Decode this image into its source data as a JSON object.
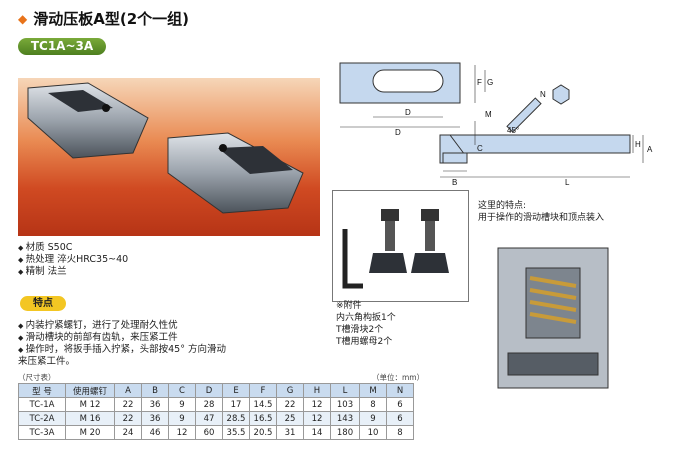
{
  "title": "滑动压板A型(2个一组)",
  "model": "TC1A~3A",
  "specs": [
    "材质 S50C",
    "热处理 淬火HRC35~40",
    "精制 法兰"
  ],
  "feature_label": "特点",
  "features": [
    "内装拧紧螺钉，进行了处理耐久性优",
    "滑动槽块的前部有齿轨，来压紧工件",
    "操作时，将扳手插入拧紧，头部按45° 方向滑动",
    "来压紧工件。"
  ],
  "accessory": {
    "title": "※附件",
    "items": [
      "内六角构扳1个",
      "T槽滑块2个",
      "T槽用螺母2个"
    ]
  },
  "point": {
    "title": "这里的特点:",
    "desc": "用于操作的滑动槽块和顶点装入"
  },
  "table": {
    "unit_label": "（尺寸表）",
    "unit_note": "（单位：mm）",
    "headers": [
      "型 号",
      "使用螺钉",
      "A",
      "B",
      "C",
      "D",
      "E",
      "F",
      "G",
      "H",
      "L",
      "M",
      "N"
    ],
    "rows": [
      [
        "TC-1A",
        "M 12",
        "22",
        "36",
        "9",
        "28",
        "17",
        "14.5",
        "22",
        "12",
        "103",
        "8",
        "6"
      ],
      [
        "TC-2A",
        "M 16",
        "22",
        "36",
        "9",
        "47",
        "28.5",
        "16.5",
        "25",
        "12",
        "143",
        "9",
        "6"
      ],
      [
        "TC-3A",
        "M 20",
        "24",
        "46",
        "12",
        "60",
        "35.5",
        "20.5",
        "31",
        "14",
        "180",
        "10",
        "8"
      ]
    ]
  },
  "dims": {
    "D": "D",
    "E": "D",
    "F": "F",
    "G": "G",
    "N": "N",
    "M": "M",
    "H": "H",
    "A": "A",
    "C": "C",
    "B": "B",
    "L": "L",
    "angle": "45°"
  }
}
